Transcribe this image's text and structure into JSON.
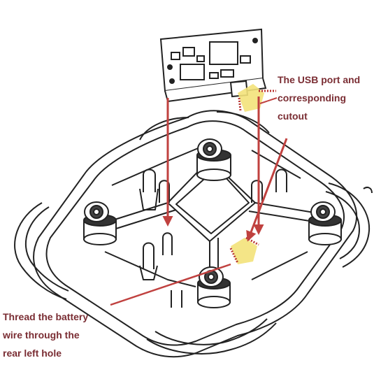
{
  "annotations": {
    "usb_port": {
      "lines": [
        "The USB port and",
        "corresponding",
        "cutout"
      ]
    },
    "battery_wire": {
      "lines": [
        "Thread the battery",
        "wire through the",
        "rear left hole"
      ]
    }
  },
  "colors": {
    "arrow": "#c0413f",
    "label_text": "#7a2d33",
    "highlight_fill": "#f3e27a",
    "highlight_dots": "#b8322e",
    "line_art": "#222222"
  },
  "icons": [
    "flight-controller-board",
    "drone-frame",
    "motor"
  ]
}
